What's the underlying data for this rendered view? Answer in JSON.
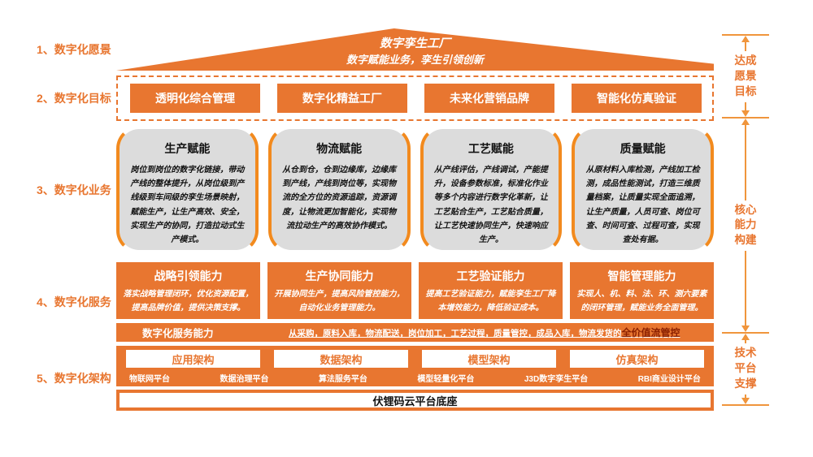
{
  "colors": {
    "primary_orange": "#e87630",
    "bracket_orange": "#f28a1e",
    "arrow_orange": "#f0953c",
    "card_gray": "#dcdcdc",
    "highlight_dark_red": "#8a1f00",
    "background": "#ffffff"
  },
  "left_labels": [
    {
      "label": "1、数字化愿景"
    },
    {
      "label": "2、数字化目标"
    },
    {
      "label": "3、数字化业务"
    },
    {
      "label": "4、数字化服务"
    },
    {
      "label": "5、数字化架构"
    }
  ],
  "vision": {
    "title": "数字孪生工厂",
    "subtitle": "数字赋能业务，孪生引领创新"
  },
  "goals": [
    "透明化综合管理",
    "数字化精益工厂",
    "未来化营销品牌",
    "智能化仿真验证"
  ],
  "business_cards": [
    {
      "title": "生产赋能",
      "body": "岗位到岗位的数字化链接，带动产线的整体提升，从岗位级到产线级到车间级的孪生场景映射，赋能生产，让生产高效、安全，实现生产的协同，打造拉动式生产模式。"
    },
    {
      "title": "物流赋能",
      "body": "从仓到仓，仓到边缘库，边缘库到产线，产线到岗位等，实现物流的全方位的资源追踪，资源调度，让物流更加智能化，实现物流拉动生产的高效协作模式。"
    },
    {
      "title": "工艺赋能",
      "body": "从产线评估，产线调试，产能提升，设备参数标准，标准化作业等多个内容进行数字化革新，让工艺贴合生产，工艺贴合质量，让工艺快速协同生产，快速响应生产。"
    },
    {
      "title": "质量赋能",
      "body": "从原材料入库检测，产线加工检测，成品性能测试，打造三维质量档案，让质量实现全面追溯，让生产质量，人员可查、岗位可查、时间可查、过程可查，实现查处有据。"
    }
  ],
  "service_cards": [
    {
      "title": "战略引领能力",
      "body": "落实战略管理闭环，优化资源配置，提高品牌价值，提供决策支撑。"
    },
    {
      "title": "生产协同能力",
      "body": "开展协同生产，提高风险管控能力，自动化业务管理能力。"
    },
    {
      "title": "工艺验证能力",
      "body": "提高工艺验证能力，赋能孪生工厂降本增效能力，降低验证成本。"
    },
    {
      "title": "智能管理能力",
      "body": "实现人、机、料、法、环、测六要素的闭环管理，赋能业务全面管理。"
    }
  ],
  "service_bar": {
    "label": "数字化服务能力",
    "text": "从采购，原料入库，物流配送，岗位加工，工艺过程，质量管控，成品入库，物流发货的",
    "highlight": "全价值流管控"
  },
  "architecture": {
    "tabs": [
      "应用架构",
      "数据架构",
      "模型架构",
      "仿真架构"
    ],
    "platforms": [
      "物联网平台",
      "数据治理平台",
      "算法服务平台",
      "模型轻量化平台",
      "J3D数字孪生平台",
      "RBI商业设计平台"
    ],
    "base": "伏锂码云平台底座"
  },
  "right_labels": [
    {
      "lines": [
        "达成",
        "愿景",
        "目标"
      ]
    },
    {
      "lines": [
        "核心",
        "能力",
        "构建"
      ]
    },
    {
      "lines": [
        "技术",
        "平台",
        "支撑"
      ]
    }
  ]
}
